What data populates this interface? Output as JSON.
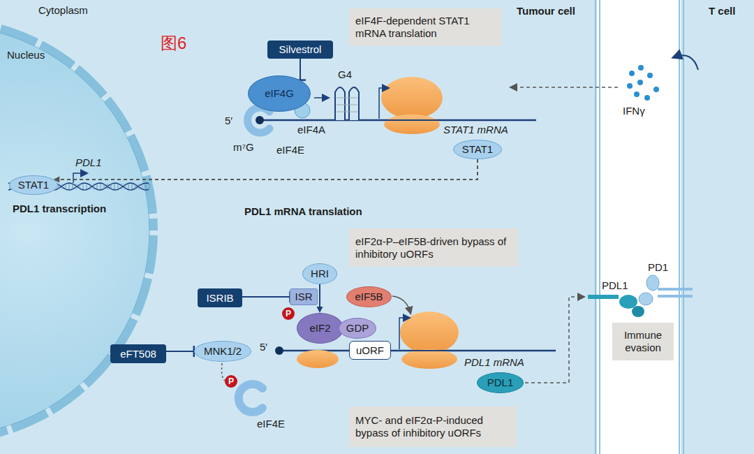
{
  "diagram": {
    "nodes": [
      {
        "text": [
          "eIF4F-dependent STAT1 mRNA translation"
        ]
      },
      {
        "text": [
          "Silvestrol"
        ]
      },
      {
        "text": [
          "eIF4G"
        ]
      },
      {
        "text": [
          "STAT1"
        ]
      },
      {
        "text": [
          "STAT1"
        ]
      },
      {
        "text": [
          "eIF2α-P–eIF5B-driven bypass of inhibitory uORFs"
        ]
      },
      {
        "text": [
          "HRI"
        ]
      },
      {
        "text": [
          "ISRIB"
        ]
      },
      {
        "text": [
          "ISR"
        ]
      },
      {
        "text": [
          "eIF5B"
        ]
      },
      {
        "text": [
          "eIF2"
        ]
      },
      {
        "text": [
          "GDP"
        ]
      },
      {
        "text": [
          "eFT508"
        ]
      },
      {
        "text": [
          "MNK1/2"
        ]
      },
      {
        "text": [
          "uORF"
        ]
      },
      {
        "text": [
          "PDL1"
        ]
      },
      {
        "text": [
          "MYC- and eIF2α-P-induced bypass of inhibitory uORFs"
        ]
      },
      {
        "text": [
          "Immune evasion"
        ]
      }
    ],
    "edges": [
      {
        "from": 1,
        "to": 2,
        "arrow": "to"
      },
      {
        "from": 7,
        "to": 8,
        "arrow": "to"
      },
      {
        "from": 12,
        "to": 13,
        "arrow": "to"
      },
      {
        "from": 6,
        "to": 10,
        "arrow": "to"
      },
      {
        "from": 3,
        "to": 4,
        "arrow": "to"
      }
    ],
    "labels": [
      "Cytoplasm",
      "Nucleus",
      "图6",
      "Tumour cell",
      "T cell",
      "5′",
      "G4",
      "m⁷G",
      "eIF4E",
      "eIF4A",
      "STAT1 mRNA",
      "IFNγ",
      "PDL1",
      "PDL1 transcription",
      "PDL1 mRNA translation",
      "5′",
      "P",
      "P",
      "PDL1 mRNA",
      "eIF4E",
      "PDL1",
      "PD1"
    ]
  }
}
